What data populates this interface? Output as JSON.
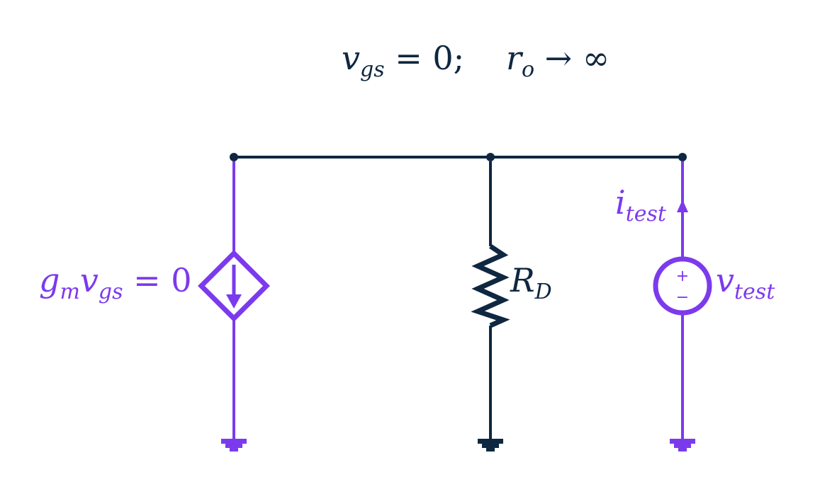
{
  "colors": {
    "dark": "#0f2740",
    "purple": "#7c3aed",
    "background": "#ffffff"
  },
  "header": {
    "v": "v",
    "v_sub": "gs",
    "eq_zero": " = 0;",
    "r": "r",
    "r_sub": "o",
    "arrow": " → ∞"
  },
  "components": {
    "dependent_source": {
      "gm": "g",
      "gm_sub": "m",
      "v": "v",
      "v_sub": "gs",
      "value": " = 0",
      "icon": "diamond-current-source-icon"
    },
    "resistor": {
      "name": "R",
      "name_sub": "D",
      "icon": "zigzag-resistor-icon"
    },
    "test_source": {
      "v": "v",
      "v_sub": "test",
      "plus": "+",
      "minus": "−",
      "icon": "circle-voltage-source-icon"
    },
    "test_current": {
      "i": "i",
      "i_sub": "test",
      "icon": "up-arrow-icon"
    },
    "grounds": [
      "ground-icon",
      "ground-icon",
      "ground-icon"
    ]
  }
}
